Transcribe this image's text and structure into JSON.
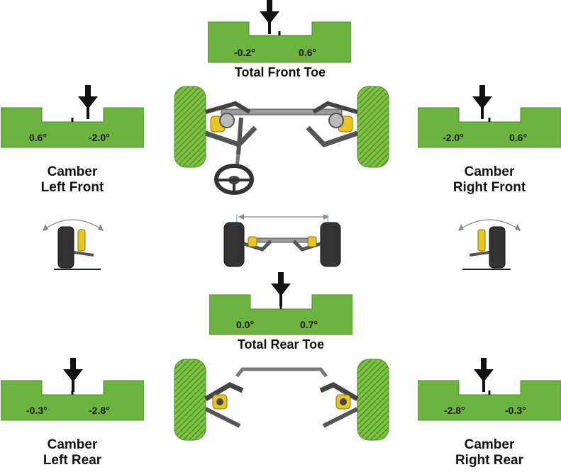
{
  "colors": {
    "gauge": "#6db33f",
    "gauge_edge": "#4f8a2b",
    "tire": "#7ec242",
    "metal": "#8a8a8a",
    "pointer": "#111111"
  },
  "front_toe": {
    "title": "Total Front Toe",
    "left": "-0.2°",
    "right": "0.6°"
  },
  "rear_toe": {
    "title": "Total Rear Toe",
    "left": "0.0°",
    "right": "0.7°"
  },
  "camber_left_front": {
    "line1": "Camber",
    "line2": "Left Front",
    "left": "0.6°",
    "right": "-2.0°"
  },
  "camber_right_front": {
    "line1": "Camber",
    "line2": "Right Front",
    "left": "-2.0°",
    "right": "0.6°"
  },
  "camber_left_rear": {
    "line1": "Camber",
    "line2": "Left Rear",
    "left": "-0.3°",
    "right": "-2.8°"
  },
  "camber_right_rear": {
    "line1": "Camber",
    "line2": "Right Rear",
    "left": "-2.8°",
    "right": "-0.3°"
  },
  "icons": [
    "pointer-arrow-icon",
    "front-axle-illustration",
    "rear-axle-illustration",
    "steering-wheel-icon",
    "camber-wheel-icon"
  ]
}
